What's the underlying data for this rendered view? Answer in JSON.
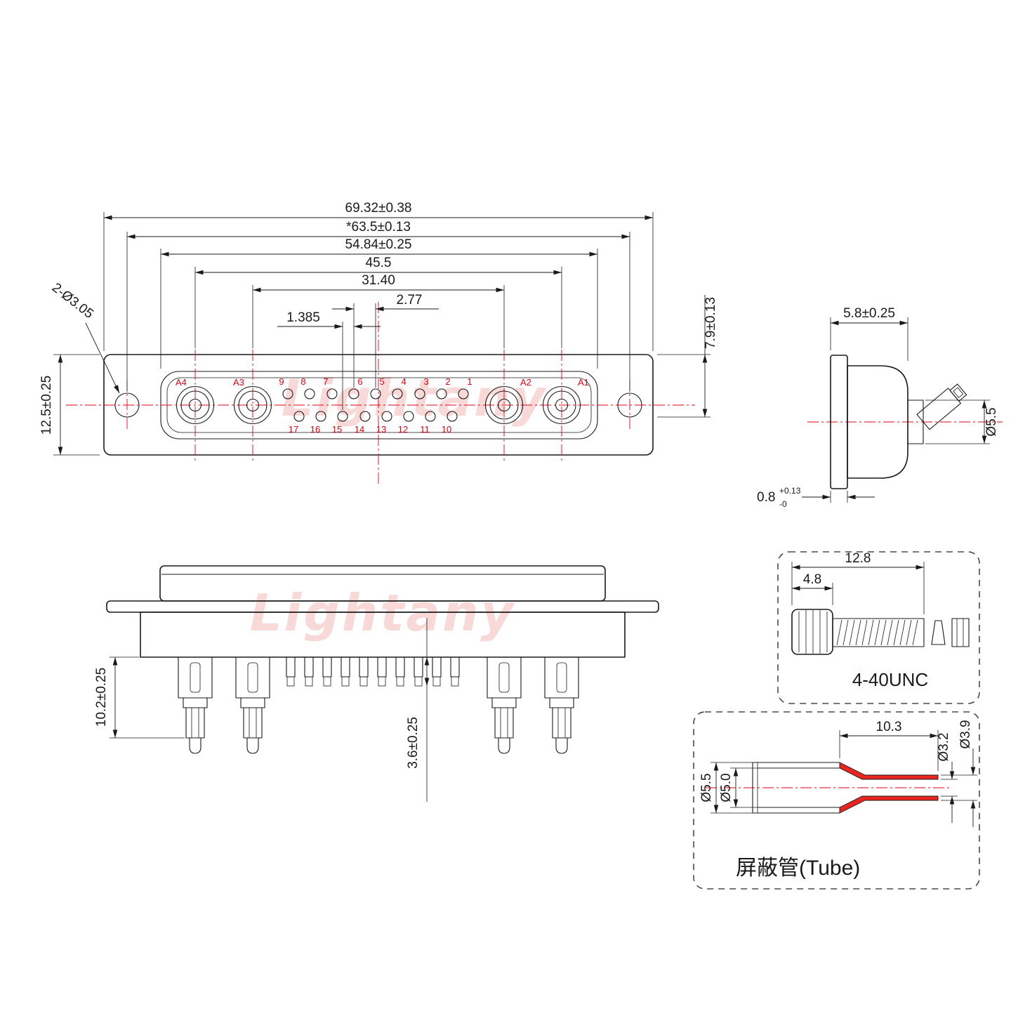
{
  "watermark": {
    "text": "Lightany"
  },
  "front_view": {
    "dim_width_outer": "69.32±0.38",
    "dim_width_holes": "*63.5±0.13",
    "dim_width_cutout": "54.84±0.25",
    "dim_width_coax_outer": "45.5",
    "dim_width_coax_inner": "31.40",
    "dim_pitch": "2.77",
    "dim_half_pitch": "1.385",
    "dim_height": "12.5±0.25",
    "dim_opening_height": "7.9±0.13",
    "dim_holes": "2-Ø3.05",
    "coax_labels": [
      "A4",
      "A3",
      "A2",
      "A1"
    ],
    "pins_top": [
      "9",
      "8",
      "7",
      "6",
      "5",
      "4",
      "3",
      "2",
      "1"
    ],
    "pins_bottom": [
      "17",
      "16",
      "15",
      "14",
      "13",
      "12",
      "11",
      "10"
    ]
  },
  "side_view": {
    "dim_depth": "5.8±0.25",
    "dim_flange_thickness": "0.8",
    "dim_flange_tol_plus": "+0.13",
    "dim_flange_tol_minus": "-0",
    "dim_barrel": "Ø5.5"
  },
  "back_view": {
    "dim_contact_length": "10.2±0.25",
    "dim_tail_length": "3.6±0.25"
  },
  "screw_detail": {
    "dim_total": "12.8",
    "dim_head": "4.8",
    "thread_label": "4-40UNC"
  },
  "tube_detail": {
    "dim_length": "10.3",
    "dim_inner_small": "Ø3.2",
    "dim_outer_small": "Ø3.9",
    "dim_outer_large": "Ø5.5",
    "dim_inner_large": "Ø5.0",
    "label": "屏蔽管(Tube)"
  }
}
